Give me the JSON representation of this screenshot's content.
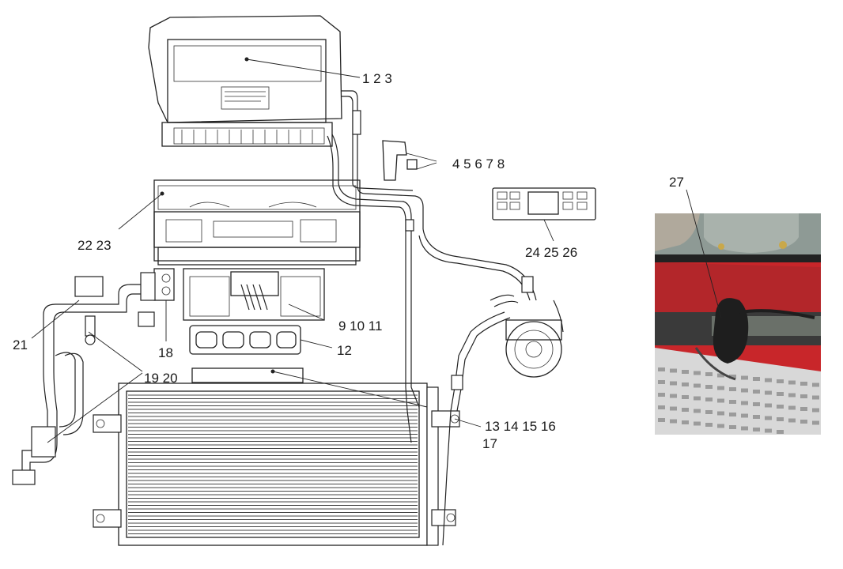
{
  "callouts": {
    "c1": "1 2 3",
    "c2": "4 5 6 7 8",
    "c3": "22 23",
    "c4": "24 25 26",
    "c5": "9 10 11",
    "c6": "12",
    "c7": "21",
    "c8": "18",
    "c9": "19 20",
    "c10": "13 14 15 16",
    "c11": "17",
    "c12": "27"
  },
  "photo": {
    "colors": {
      "body_red": "#c8262a",
      "tank": "#9aa39c",
      "mesh": "#d8d8d8",
      "shadow": "#2a2a2a"
    }
  },
  "colors": {
    "line": "#222222",
    "background": "#ffffff"
  }
}
